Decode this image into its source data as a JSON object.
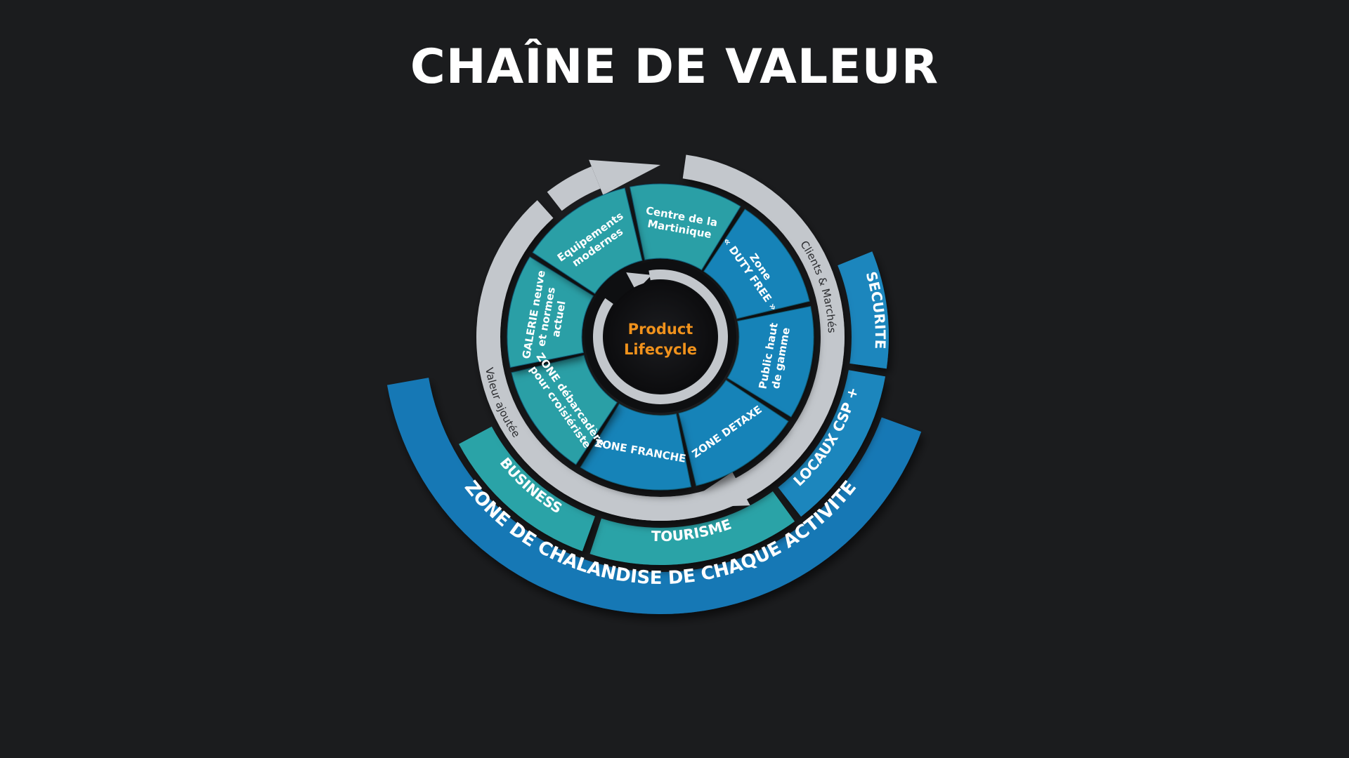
{
  "title": "CHAÎNE DE VALEUR",
  "center": {
    "line1": "Product",
    "line2": "Lifecycle"
  },
  "ring_labels": {
    "right": "Clients & Marchés",
    "left": "Valeur ajoutée"
  },
  "segments": [
    [
      "Centre de la",
      "Martinique"
    ],
    [
      "Zone",
      "« DUTY FREE »"
    ],
    [
      "Public haut",
      "de gamme"
    ],
    [
      "ZONE DETAXE"
    ],
    [
      "ZONE FRANCHE"
    ],
    [
      "ZONE débarcadère",
      "pour croisiériste"
    ],
    [
      "GALERIE neuve",
      "et normes",
      "actuel"
    ],
    [
      "Equipements",
      "modernes"
    ]
  ],
  "bands": {
    "business": "BUSINESS",
    "tourisme": "TOURISME",
    "locaux": "LOCAUX CSP +",
    "securite": "SECURITE"
  },
  "outer": "ZONE DE CHALANDISE DE CHAQUE ACTIVITE",
  "colors": {
    "background": "#1b1c1e",
    "segment_teal": "#2b9fa6",
    "segment_blue": "#1783b8",
    "ring_grey": "#c3c7cc",
    "center_dark": "#131416",
    "center_text": "#f0921c",
    "band_teal": "#2ba3a7",
    "band_blue": "#1a86bd",
    "outer_blue": "#1778b5"
  }
}
